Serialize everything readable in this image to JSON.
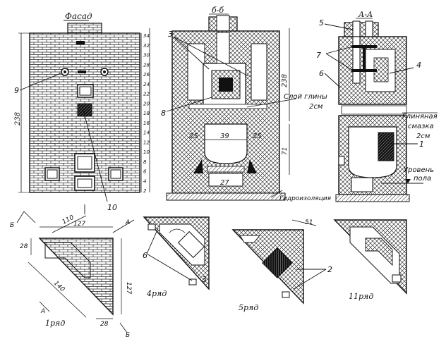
{
  "views": {
    "facade": {
      "title": "Фасад",
      "height_dim": "238",
      "course_numbers": [
        "34",
        "32",
        "30",
        "28",
        "26",
        "24",
        "22",
        "20",
        "18",
        "16",
        "14",
        "12",
        "10",
        "8",
        "6",
        "4",
        "2"
      ],
      "callouts": [
        "9",
        "10"
      ]
    },
    "section_bb": {
      "title": "б-б",
      "height_dim": "238",
      "dims": {
        "left_wall": "25",
        "firebox": "39",
        "right_wall": "25",
        "ash": "27",
        "chamber": "71"
      },
      "callouts": [
        "3",
        "8"
      ],
      "note_clay": "Слой глины",
      "note_clay_thickness": "2см",
      "note_waterproofing": "Гидроизоляция"
    },
    "section_aa": {
      "title": "А-А",
      "callouts": [
        "5",
        "7",
        "6",
        "4",
        "1"
      ],
      "note_clay_coating": "Глиняная",
      "note_clay_coating2": "смазка",
      "note_clay_coating3": "2см",
      "note_floor": "Уровень",
      "note_floor2": "пола"
    }
  },
  "plans": {
    "row1": {
      "title": "1ряд",
      "dims": {
        "top_inner": "110",
        "top_outer": "127",
        "left": "28",
        "diagonal": "140",
        "right": "127",
        "bottom": "28"
      },
      "section_marks": {
        "b": "Б",
        "a": "А"
      }
    },
    "row4": {
      "title": "4ряд",
      "callouts": [
        "6",
        "3"
      ]
    },
    "row5": {
      "title": "5ряд",
      "dims": {
        "side": "51"
      },
      "callouts": [
        "2"
      ]
    },
    "row11": {
      "title": "11ряд"
    }
  }
}
